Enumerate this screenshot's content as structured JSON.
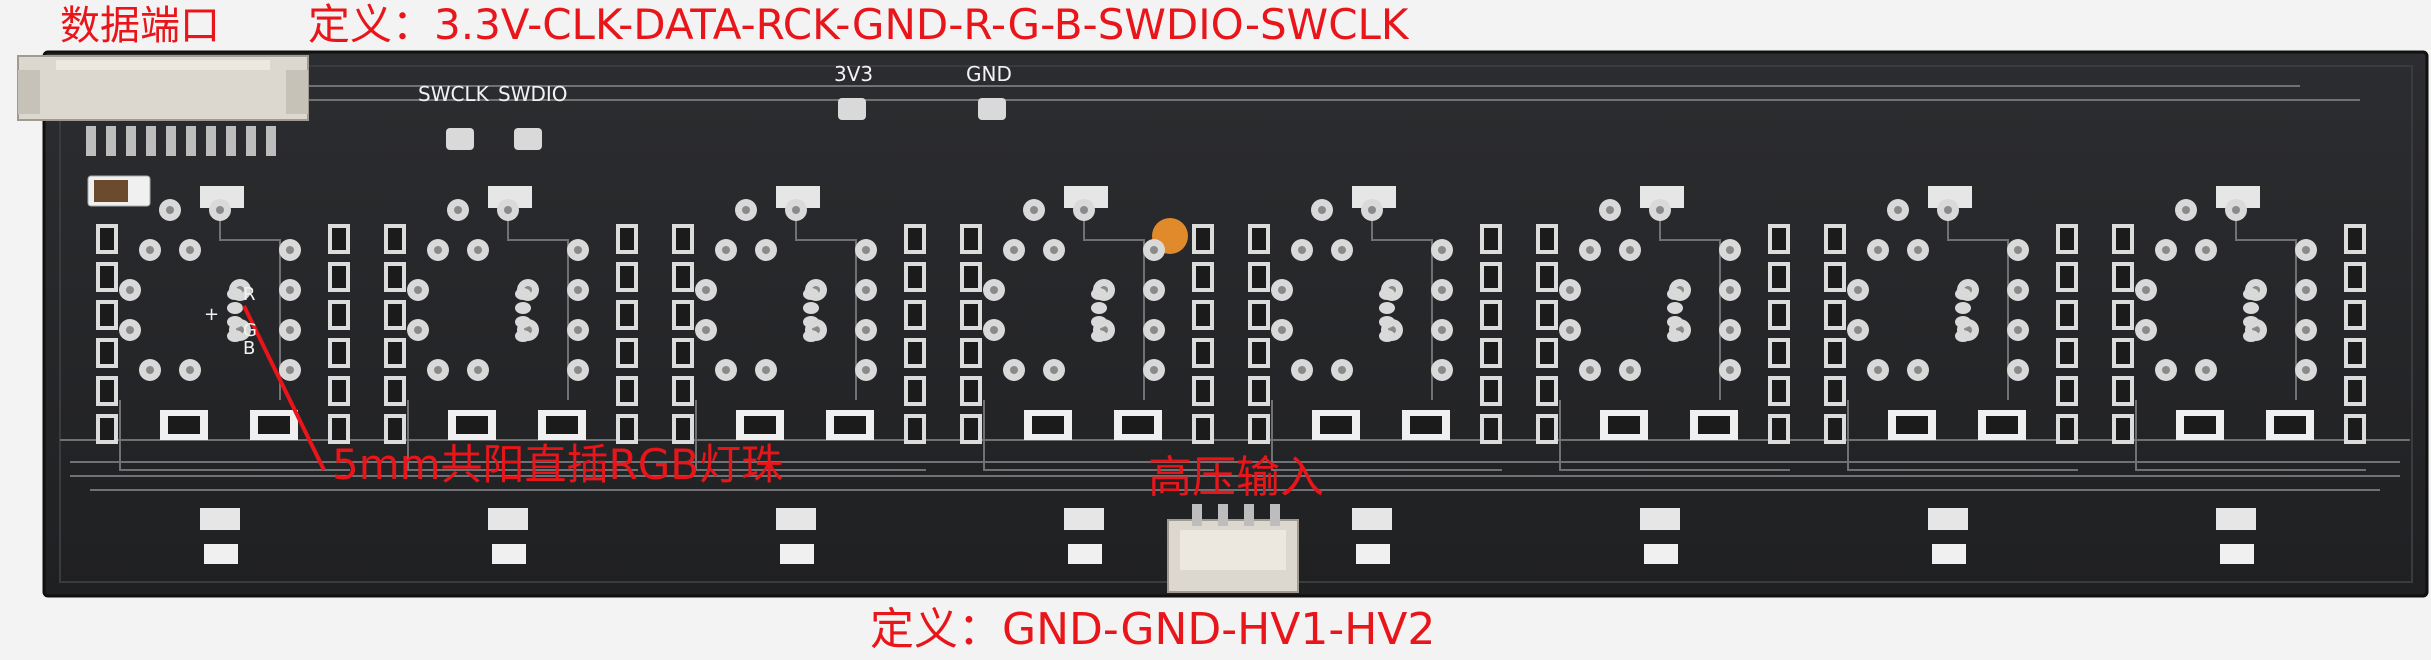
{
  "header": {
    "port_label": "数据端口",
    "port_definition": "定义：3.3V-CLK-DATA-RCK-GND-R-G-B-SWDIO-SWCLK"
  },
  "silkscreen": {
    "swclk": "SWCLK",
    "swdio": "SWDIO",
    "v33": "3V3",
    "gnd": "GND",
    "pin_r": "R",
    "pin_plus": "+",
    "pin_g": "G",
    "pin_b": "B"
  },
  "annotations": {
    "led": "5mm共阳直插RGB灯珠",
    "hv_input": "高压输入"
  },
  "footer": {
    "hv_definition": "定义：GND-GND-HV1-HV2"
  },
  "colors": {
    "annotation": "#e8161b",
    "board": "#252628",
    "copper_trace": "#8a8c90",
    "pad": "#d9d9d9",
    "silkscreen": "#f2f2f2",
    "capacitor": "#e08a2c"
  },
  "board": {
    "digit_groups": 8
  }
}
